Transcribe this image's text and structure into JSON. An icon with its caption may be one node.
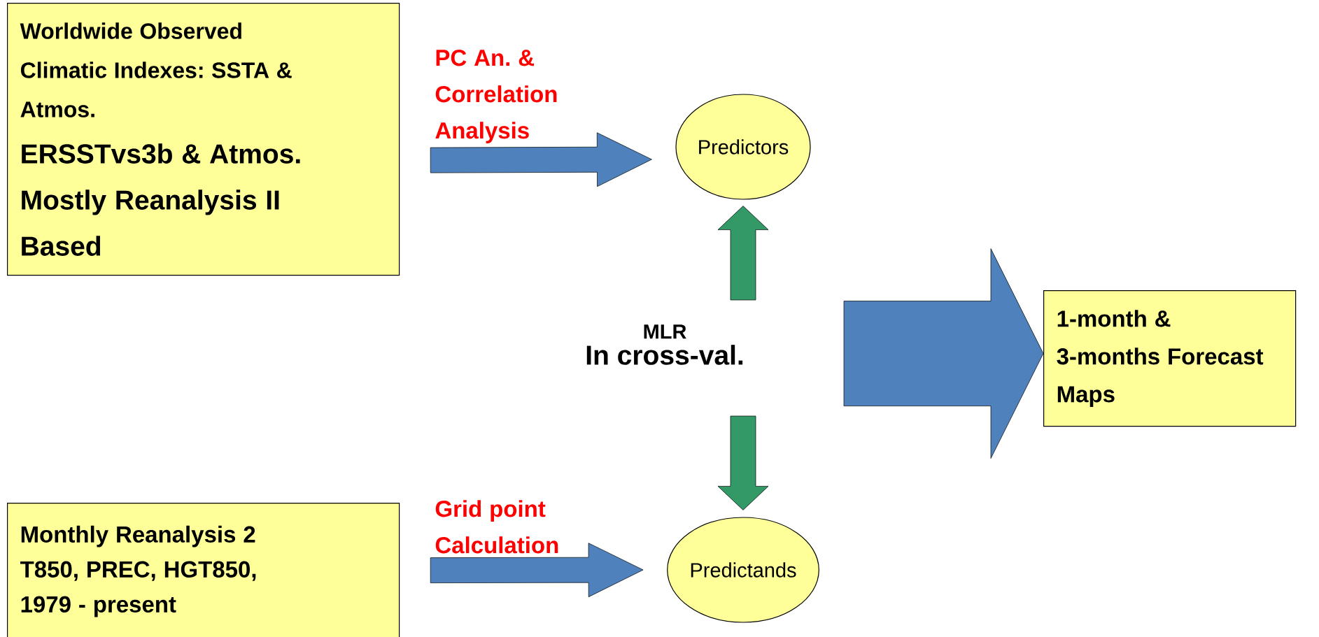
{
  "diagram": {
    "nodes": [
      {
        "text": [
          "Worldwide Observed Climatic Indexes: SSTA & Atmos.",
          "ERSSTvs3b & Atmos. Mostly Reanalysis II Based"
        ]
      },
      {
        "text": [
          "Predictors"
        ]
      },
      {
        "text": [
          "Predictands"
        ]
      },
      {
        "text": [
          "Monthly Reanalysis 2 T850, PREC, HGT850, 1979 - present"
        ]
      },
      {
        "text": [
          "1-month & 3-months Forecast Maps"
        ]
      },
      {
        "text": [
          "MLR",
          "In cross-val."
        ]
      }
    ],
    "edges": [
      {
        "from": 0,
        "to": 1,
        "arrow": "to",
        "label": "PC An. & Correlation Analysis"
      },
      {
        "from": 3,
        "to": 2,
        "arrow": "to",
        "label": "Grid point Calculation"
      },
      {
        "from": 5,
        "to": 1,
        "arrow": "to",
        "color": "#339966"
      },
      {
        "from": 5,
        "to": 2,
        "arrow": "to",
        "color": "#339966"
      },
      {
        "from": null,
        "to": 4,
        "arrow": "to",
        "style": "thick"
      }
    ]
  }
}
